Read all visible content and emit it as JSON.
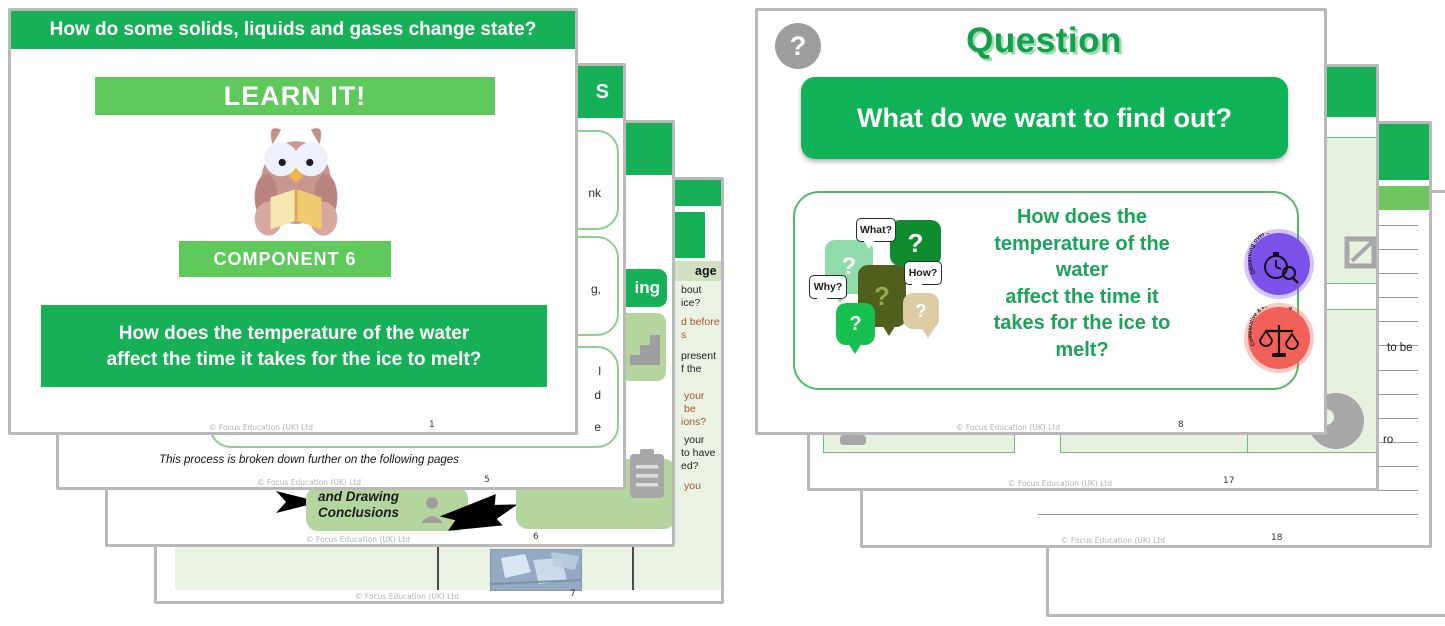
{
  "shared": {
    "copyright": "© Focus Education (UK) Ltd",
    "colors": {
      "header_green": "#16b157",
      "banner_light_green": "#5fc95c",
      "title_green": "#12a04c",
      "question_text_green": "#1ba35a",
      "flow_box_green": "#b4d69e",
      "pale_panel_green": "#e7f1df",
      "table_header_green": "#cfe0c3",
      "brown_text": "#a6552b",
      "badge_purple": "#7b52ea",
      "badge_red": "#f2605a",
      "slide_border_gray": "#b9b9b9"
    }
  },
  "left_stack": {
    "slide_1": {
      "page": "1",
      "header_title": "How do some solids, liquids and gases change state?",
      "learn_banner": "LEARN IT!",
      "component_banner": "COMPONENT 6",
      "question_line1": "How does the temperature of the water",
      "question_line2": "affect the time it takes for the ice to melt?",
      "owl_icon": "owl-reading-book"
    },
    "slide_5": {
      "page": "5",
      "title_fragment": "S",
      "box1_fragment": "nk",
      "box2_fragment": "g,",
      "box3_fragments": [
        "l",
        "d",
        "e"
      ],
      "note": "This process is broken down further on the following pages"
    },
    "slide_6": {
      "page": "6",
      "label_fragment": "ing",
      "flow_box_line1": "and Drawing",
      "flow_box_line2": "Conclusions"
    },
    "slide_7": {
      "page": "7",
      "table_header_fragment": "age",
      "question_fragments": [
        {
          "text": "bout"
        },
        {
          "text": "ice?"
        },
        {
          "text": "d before"
        },
        {
          "text": "s"
        },
        {
          "text": "present"
        },
        {
          "text": "f the"
        },
        {
          "text": "your"
        },
        {
          "text": "be"
        },
        {
          "text": "ions?"
        },
        {
          "text": "your"
        },
        {
          "text": "to have"
        },
        {
          "text": "ed?"
        },
        {
          "text": "you"
        }
      ]
    }
  },
  "right_stack": {
    "slide_8": {
      "page": "8",
      "corner_mark": "?",
      "title": "Question",
      "banner": "What do we want to find out?",
      "bubbles": {
        "what": "What?",
        "how": "How?",
        "why": "Why?",
        "q": "?"
      },
      "question_lines": [
        "How does the",
        "temperature of the",
        "water",
        "affect the time it",
        "takes for the ice to",
        "melt?"
      ],
      "badges": [
        {
          "label": "Observing over time"
        },
        {
          "label": "Comparative & Fair Testing"
        }
      ]
    },
    "slide_17": {
      "page": "17"
    },
    "slide_18": {
      "page": "18",
      "line_fragment1": "to be",
      "line_fragment2": "ro"
    }
  }
}
